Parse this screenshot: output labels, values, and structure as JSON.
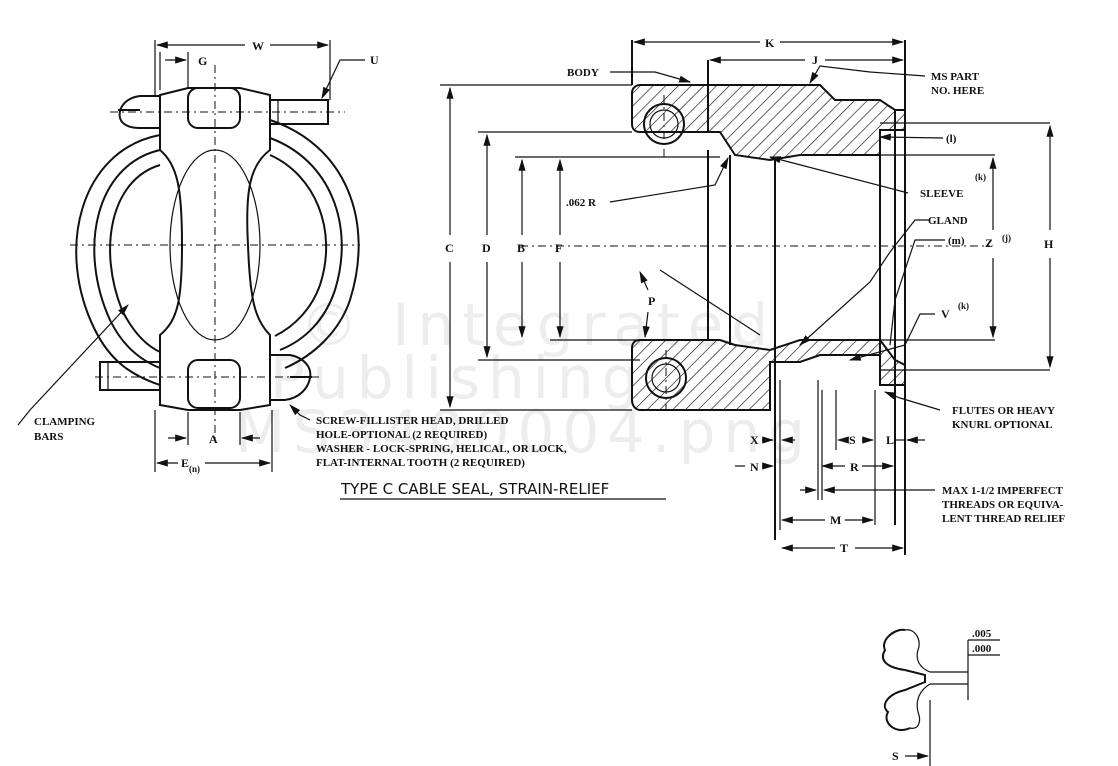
{
  "title": "TYPE C CABLE SEAL, STRAIN-RELIEF",
  "watermark": [
    "© Integrated",
    "Publishing",
    "MS3400004.png"
  ],
  "end_view": {
    "dims": {
      "W": "W",
      "G": "G",
      "U": "U",
      "A": "A",
      "E": "E",
      "E_note": "(n)"
    },
    "callouts": {
      "clamping_bars": [
        "CLAMPING",
        "BARS"
      ],
      "screw_note": [
        "SCREW-FILLISTER HEAD, DRILLED",
        "HOLE-OPTIONAL (2 REQUIRED)",
        "WASHER - LOCK-SPRING, HELICAL, OR LOCK,",
        "FLAT-INTERNAL TOOTH (2 REQUIRED)"
      ]
    }
  },
  "section_view": {
    "dims": {
      "K": "K",
      "J": "J",
      "C": "C",
      "D": "D",
      "B": "B",
      "F": "F",
      "H": "H",
      "Z": "Z",
      "Z_note": "(j)",
      "P": "P",
      "V": "V",
      "V_note": "(k)",
      "X": "X",
      "N": "N",
      "S": "S",
      "L": "L",
      "R": "R",
      "M": "M",
      "T": "T",
      "radius": ".062 R"
    },
    "callouts": {
      "body": "BODY",
      "ms_part": [
        "MS PART",
        "NO. HERE"
      ],
      "l_note": "(l)",
      "sleeve": "SLEEVE",
      "sleeve_note": "(k)",
      "gland": "GLAND",
      "gland_note": "(m)",
      "flutes": [
        "FLUTES OR HEAVY",
        "KNURL OPTIONAL"
      ],
      "threads": [
        "MAX 1-1/2 IMPERFECT",
        "THREADS OR EQUIVA-",
        "LENT THREAD RELIEF"
      ]
    }
  },
  "detail": {
    "upper": ".005",
    "lower": ".000",
    "S": "S"
  }
}
